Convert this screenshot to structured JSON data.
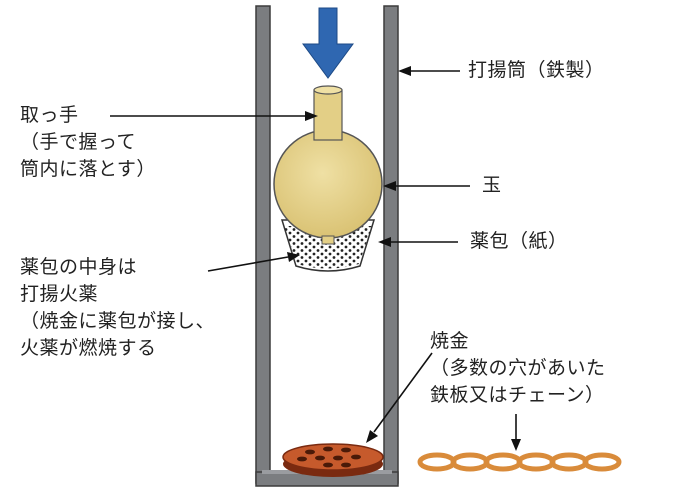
{
  "labels": {
    "tube": "打揚筒（鉄製）",
    "handle": [
      "取っ手",
      "（手で握って",
      "筒内に落とす）"
    ],
    "ball": "玉",
    "charge_packet": "薬包（紙）",
    "charge_contents": [
      "薬包の中身は",
      "打揚火薬",
      "（焼金に薬包が接し、",
      "火薬が燃焼する"
    ],
    "hot_plate": [
      "焼金",
      "（多数の穴があいた",
      "鉄板又はチェーン）"
    ]
  },
  "colors": {
    "tube_wall": "#7b7d80",
    "ball_fill": "#e3cf86",
    "down_arrow": "#2f67b1",
    "hot_plate": "#b84a22",
    "chain": "#d98b3a"
  }
}
